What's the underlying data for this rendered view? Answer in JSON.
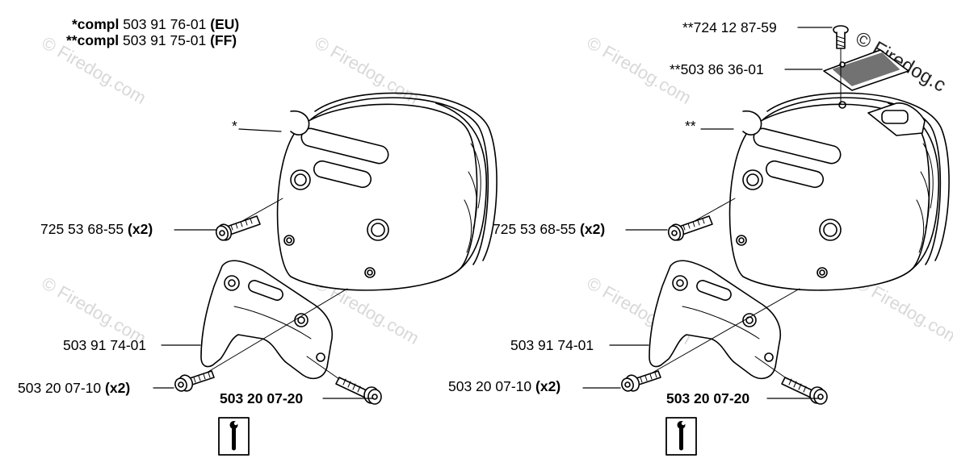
{
  "watermark": "© Firedog.com",
  "corner_watermark": "© Firedog.c",
  "left": {
    "compl_eu_prefix": "*compl",
    "compl_eu_number": "503 91 76-01",
    "compl_eu_region": "(EU)",
    "compl_ff_prefix": "**compl",
    "compl_ff_number": "503 91 75-01",
    "compl_ff_region": "(FF)",
    "muffler_ref": "*",
    "bolt_number": "725 53 68-55",
    "bolt_qty": "(x2)",
    "bracket_number": "503 91 74-01",
    "screw_number": "503 20 07-10",
    "screw_qty": "(x2)",
    "screw2_number": "503 20 07-20"
  },
  "right": {
    "screw_top_number": "**724 12 87-59",
    "screen_number": "**503 86 36-01",
    "muffler_ref": "**",
    "bolt_number": "725 53 68-55",
    "bolt_qty": "(x2)",
    "bracket_number": "503 91 74-01",
    "screw_number": "503 20 07-10",
    "screw_qty": "(x2)",
    "screw2_number": "503 20 07-20"
  },
  "icons": [
    "wrench-info-icon",
    "wrench-info-icon"
  ]
}
